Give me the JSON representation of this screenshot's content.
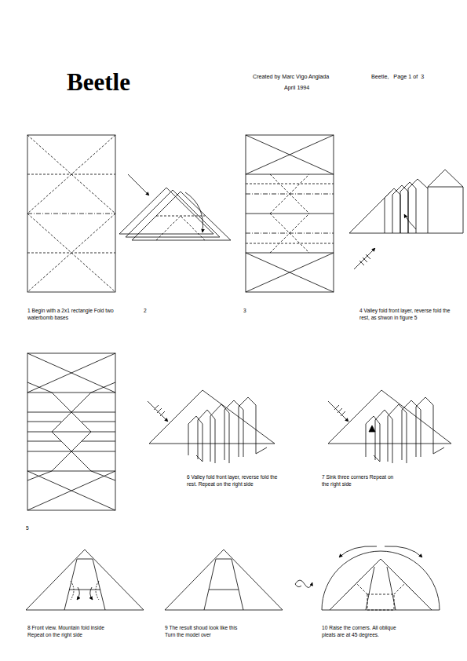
{
  "diagram": {
    "title": "Beetle",
    "labels": [
      "Created by Marc Vigo Anglada",
      "April 1994",
      "Beetle,   Page 1 of  3",
      "1 Begin with a 2x1 rectangle Fold two waterbomb bases",
      "2",
      "3",
      "4 Valley fold front layer, reverse fold the rest, as shwon in figure 5",
      "5",
      "6 Valley fold front layer, reverse fold the rest. Repeat on the right side",
      "7 Sink three corners Repeat on the right side",
      "8 Front view. Mountain fold inside Repeat on the right side",
      "9 The result shoud look like this Turn the model over",
      "10 Raise the corners. All oblique pleats are at 45 degrees."
    ]
  }
}
